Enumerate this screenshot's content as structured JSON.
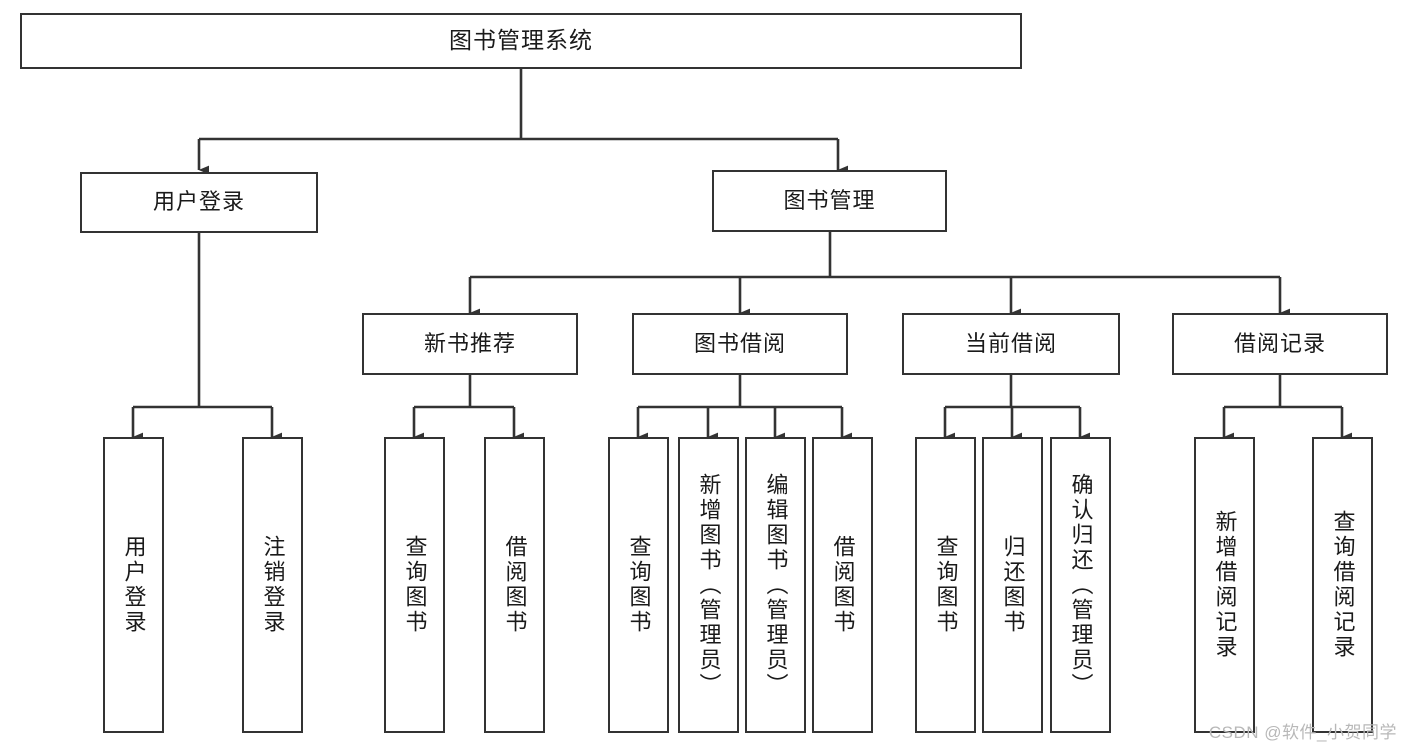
{
  "diagram": {
    "title": "图书管理系统",
    "type": "tree-hierarchy-diagram",
    "colors": {
      "stroke": "#333333",
      "fill": "#ffffff",
      "text": "#1a1a1a",
      "watermark": "#b8b8b8"
    },
    "root": {
      "label": "图书管理系统"
    },
    "level2": [
      {
        "label": "用户登录"
      },
      {
        "label": "图书管理"
      }
    ],
    "level3": [
      {
        "label": "新书推荐"
      },
      {
        "label": "图书借阅"
      },
      {
        "label": "当前借阅"
      },
      {
        "label": "借阅记录"
      }
    ],
    "leaves": {
      "user_login": [
        {
          "label": "用户登录"
        },
        {
          "label": "注销登录"
        }
      ],
      "new_book": [
        {
          "label": "查询图书"
        },
        {
          "label": "借阅图书"
        }
      ],
      "book_borrow": [
        {
          "label": "查询图书"
        },
        {
          "label": "新增图书（管理员）"
        },
        {
          "label": "编辑图书（管理员）"
        },
        {
          "label": "借阅图书"
        }
      ],
      "current_borrow": [
        {
          "label": "查询图书"
        },
        {
          "label": "归还图书"
        },
        {
          "label": "确认归还（管理员）"
        }
      ],
      "borrow_record": [
        {
          "label": "新增借阅记录"
        },
        {
          "label": "查询借阅记录"
        }
      ]
    }
  },
  "watermark": {
    "text": "CSDN @软件_小贺同学"
  }
}
